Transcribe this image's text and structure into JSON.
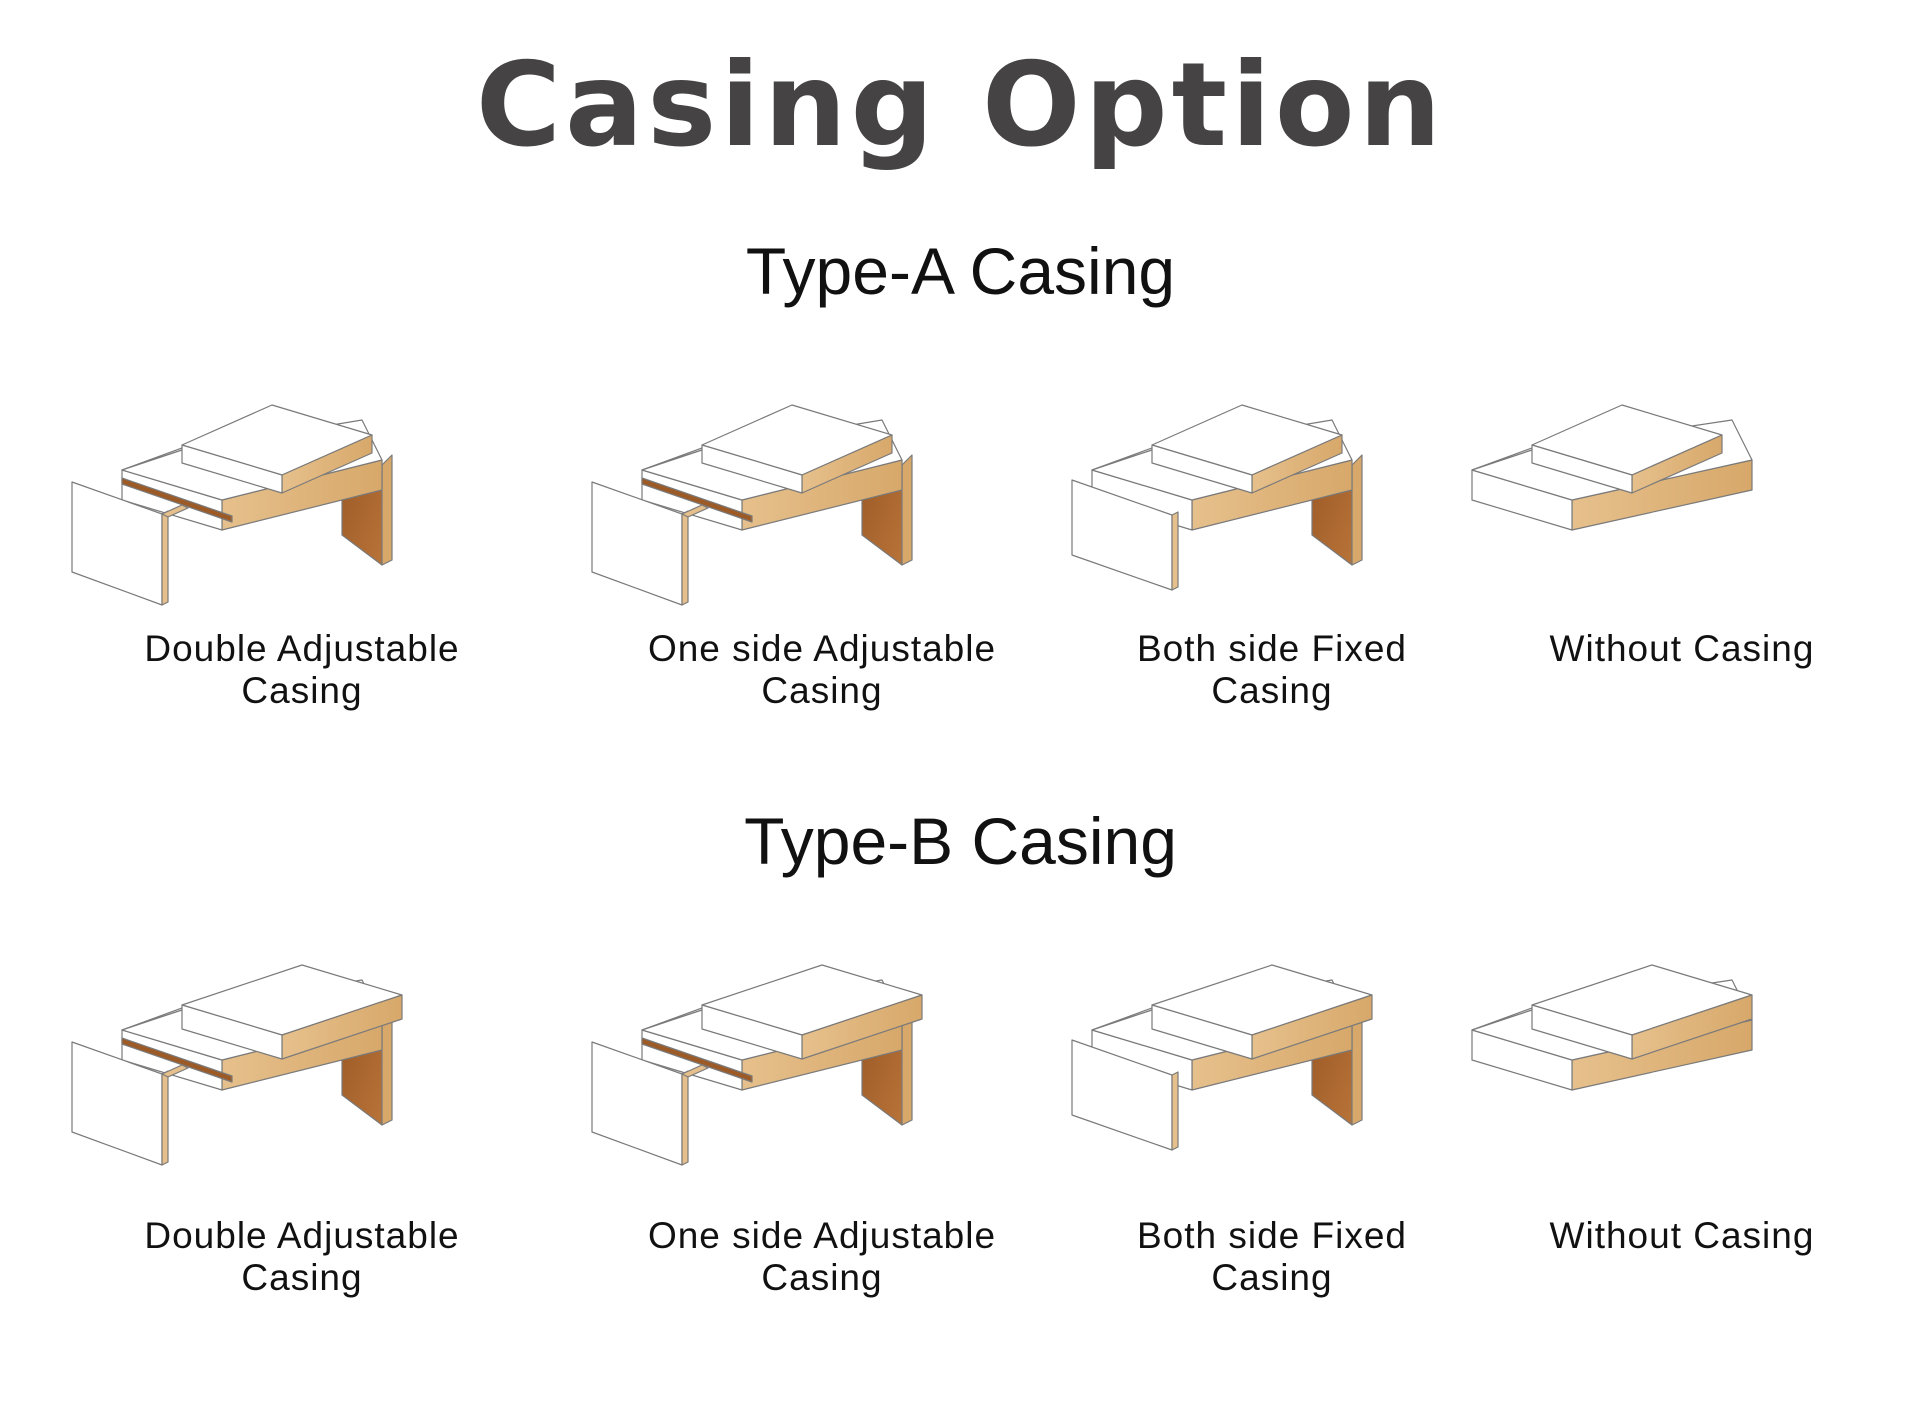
{
  "title": "Casing Option",
  "sections": [
    {
      "title": "Type-A Casing",
      "items": [
        {
          "line1": "Double Adjustable",
          "line2": "Casing",
          "variant": "double-adjustable"
        },
        {
          "line1": "One side Adjustable",
          "line2": "Casing",
          "variant": "one-side-adjustable"
        },
        {
          "line1": "Both side Fixed",
          "line2": "Casing",
          "variant": "both-side-fixed"
        },
        {
          "line1": "Without Casing",
          "line2": "",
          "variant": "without-casing"
        }
      ]
    },
    {
      "title": "Type-B Casing",
      "items": [
        {
          "line1": "Double Adjustable",
          "line2": "Casing",
          "variant": "double-adjustable"
        },
        {
          "line1": "One side Adjustable",
          "line2": "Casing",
          "variant": "one-side-adjustable"
        },
        {
          "line1": "Both side Fixed",
          "line2": "Casing",
          "variant": "both-side-fixed"
        },
        {
          "line1": "Without Casing",
          "line2": "",
          "variant": "without-casing"
        }
      ]
    }
  ],
  "colors": {
    "wood_light": "#e6c08c",
    "wood_mid": "#d7a86a",
    "wood_dark": "#9c5a26",
    "outline": "#7a7a7a",
    "title": "#454343",
    "text": "#111111"
  }
}
